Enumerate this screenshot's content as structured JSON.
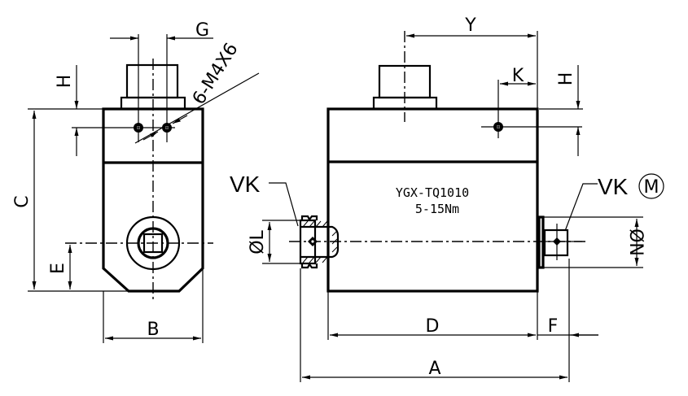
{
  "drawing": {
    "type": "technical-dimension-drawing",
    "product_label": {
      "model": "YGX-TQ1010",
      "range": "5-15Nm"
    },
    "dimensions": {
      "A": "A",
      "B": "B",
      "C": "C",
      "D": "D",
      "E": "E",
      "F": "F",
      "G": "G",
      "H_left": "H",
      "H_right": "H",
      "K": "K",
      "Y": "Y",
      "L": "ØL",
      "N": "ØN"
    },
    "callouts": {
      "thread": "6-M4X6",
      "vk_left": "VK",
      "vk_right": "VK",
      "vk_right_symbol": "M"
    },
    "colors": {
      "line": "#000000",
      "background": "#ffffff"
    }
  }
}
